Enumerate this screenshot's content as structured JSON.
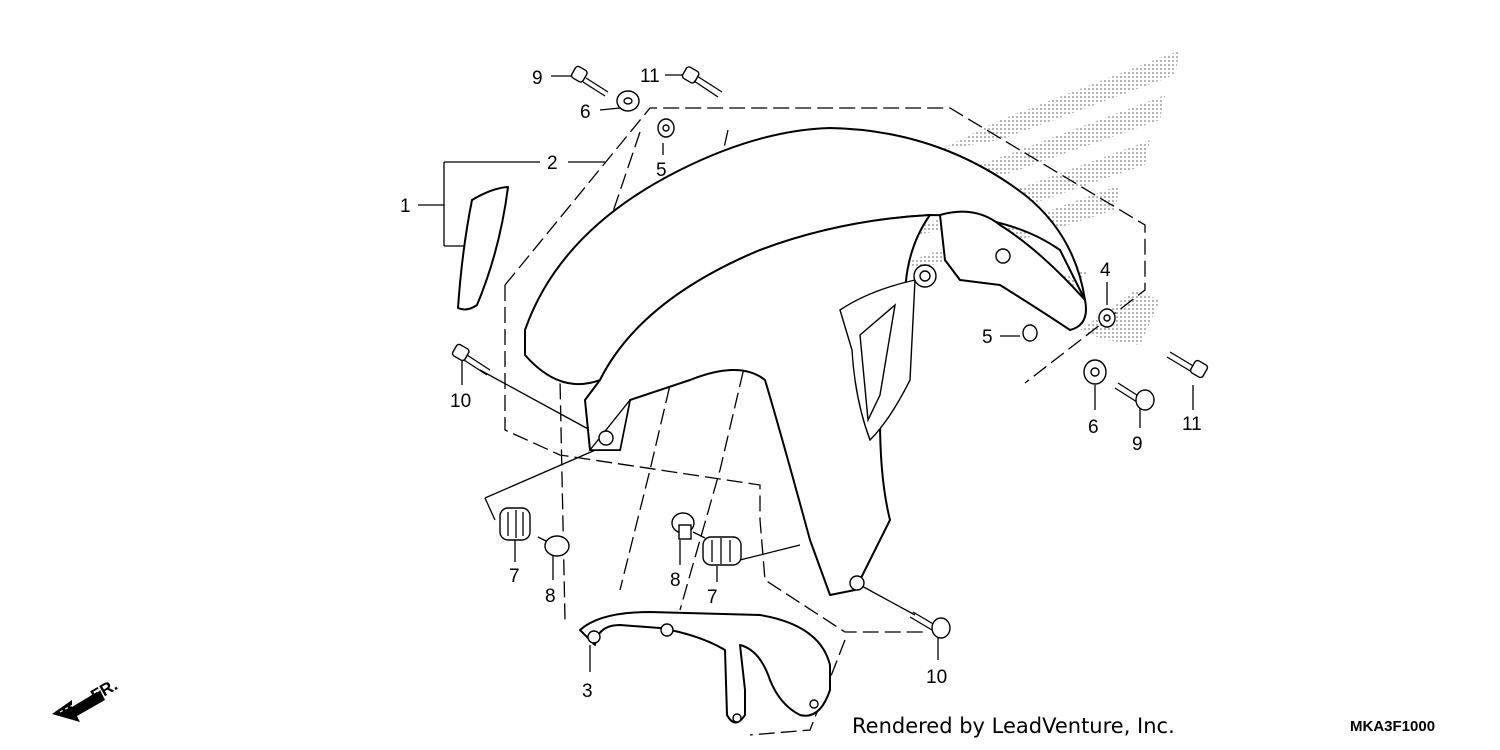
{
  "callouts": {
    "c1": "1",
    "c2": "2",
    "c3": "3",
    "c4": "4",
    "c5a": "5",
    "c5b": "5",
    "c6a": "6",
    "c6b": "6",
    "c7a": "7",
    "c7b": "7",
    "c8a": "8",
    "c8b": "8",
    "c9a": "9",
    "c9b": "9",
    "c10a": "10",
    "c10b": "10",
    "c11a": "11",
    "c11b": "11"
  },
  "direction_label": "FR.",
  "credit": "Rendered by LeadVenture, Inc.",
  "diagram_code": "MKA3F1000",
  "colors": {
    "ink": "#000000",
    "watermark": "#b5b5b5",
    "background": "#ffffff"
  }
}
